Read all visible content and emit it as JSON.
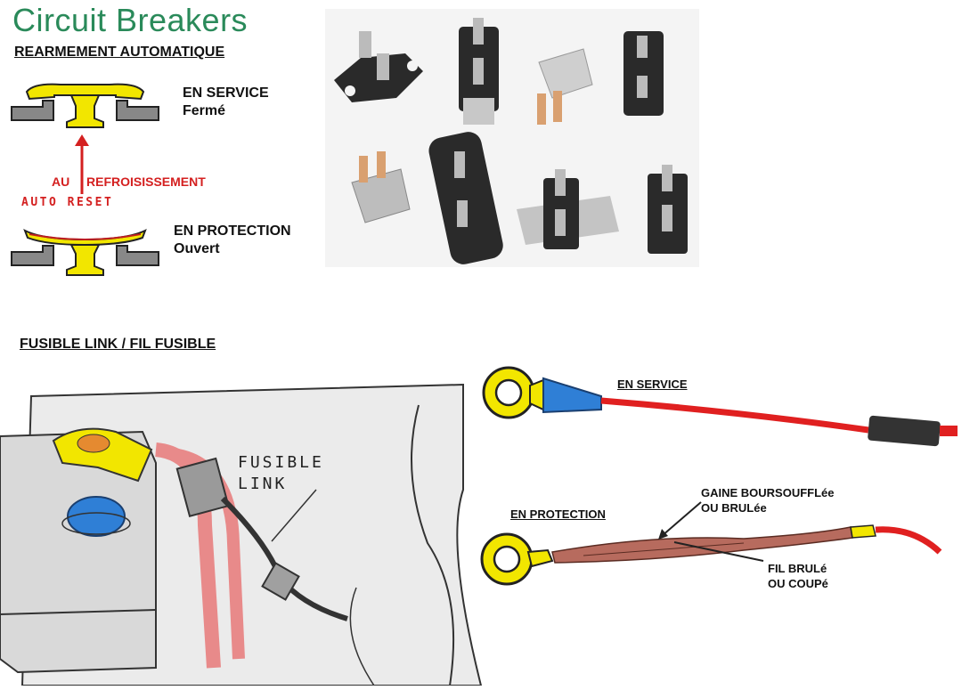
{
  "header": {
    "title": "Circuit Breakers"
  },
  "breaker_section": {
    "heading": "REARMEMENT AUTOMATIQUE",
    "closed_state": {
      "line1": "EN SERVICE",
      "line2": "Fermé"
    },
    "open_state": {
      "line1": "EN PROTECTION",
      "line2": "Ouvert"
    },
    "reset_labels": {
      "left": "AU",
      "right": "REFROISISSEMENT",
      "auto": "AUTO RESET"
    }
  },
  "fusible_section": {
    "heading": "FUSIBLE LINK / FIL FUSIBLE",
    "callout": {
      "line1": "FUSIBLE",
      "line2": "LINK"
    },
    "service_label": "EN SERVICE",
    "protection_label": "EN PROTECTION",
    "sheath_note": {
      "line1": "GAINE BOURSOUFFLée",
      "line2": "OU BRULée"
    },
    "wire_note": {
      "line1": "FIL BRULé",
      "line2": "OU COUPé"
    }
  },
  "colors": {
    "title_green": "#2a8a5a",
    "reset_red": "#d42020",
    "contact_yellow": "#f2e600",
    "wire_red": "#e02020",
    "sleeve_blue": "#2f7fd6"
  }
}
